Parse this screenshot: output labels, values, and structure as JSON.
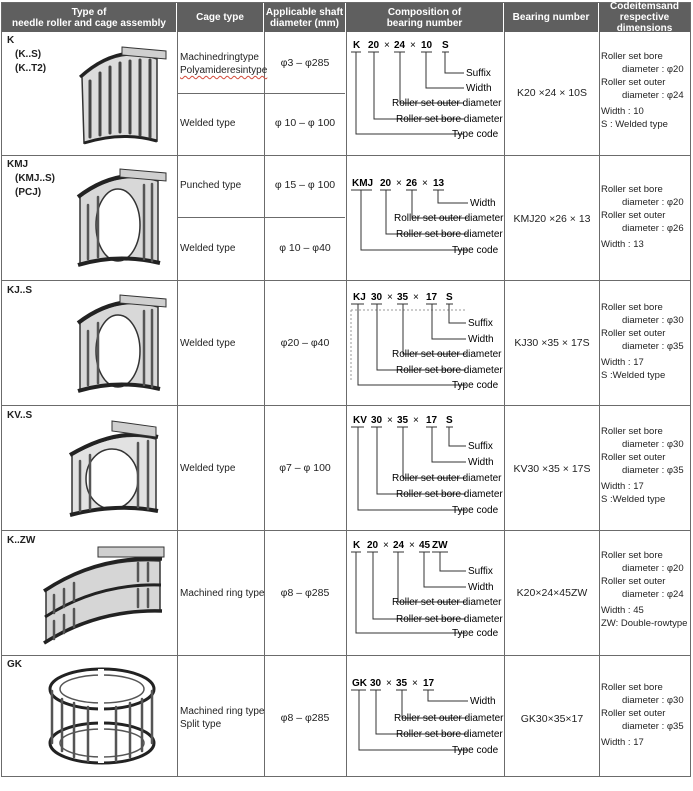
{
  "headers": {
    "type": "Type of\nneedle roller and cage assembly",
    "cage": "Cage type",
    "shaft": "Applicable shaft\ndiameter (mm)",
    "composition": "Composition of\nbearing number",
    "bearing": "Bearing number",
    "codes": "Codeitemsand\nrespective dimensions"
  },
  "rows": [
    {
      "type": "K",
      "aliases": [
        "(K..S)",
        "(K..T2)"
      ],
      "cages": [
        "Machinedringtype",
        "Polyamideresintype",
        "Welded type"
      ],
      "shafts": [
        "φ3 – φ285",
        "φ 10 – φ 100"
      ],
      "composition": {
        "parts": [
          "K",
          "20",
          "24",
          "10",
          "S"
        ],
        "labels": [
          "Suffix",
          "Width",
          "Roller set outer diameter",
          "Roller set bore diameter",
          "Type code"
        ]
      },
      "bearing_number": "K20 ×24 × 10S",
      "codes": [
        "Roller set bore",
        "diameter : φ20",
        "Roller set outer",
        "diameter : φ24",
        "Width : 10",
        "S : Welded type"
      ]
    },
    {
      "type": "KMJ",
      "aliases": [
        "(KMJ..S)",
        "(PCJ)"
      ],
      "cages": [
        "Punched type",
        "Welded type"
      ],
      "shafts": [
        "φ 15 – φ 100",
        "φ 10 – φ40"
      ],
      "composition": {
        "parts": [
          "KMJ",
          "20",
          "26",
          "13"
        ],
        "labels": [
          "Width",
          "Roller set outer diameter",
          "Roller set bore diameter",
          "Type code"
        ]
      },
      "bearing_number": "KMJ20 ×26 × 13",
      "codes": [
        "Roller set bore",
        "diameter : φ20",
        "Roller set outer",
        "diameter : φ26",
        "Width : 13"
      ]
    },
    {
      "type": "KJ..S",
      "aliases": [],
      "cages": [
        "Welded type"
      ],
      "shafts": [
        "φ20 – φ40"
      ],
      "composition": {
        "parts": [
          "KJ",
          "30",
          "35",
          "17",
          "S"
        ],
        "labels": [
          "Suffix",
          "Width",
          "Roller set outer diameter",
          "Roller set bore diameter",
          "Type code"
        ]
      },
      "bearing_number": "KJ30 ×35 × 17S",
      "codes": [
        "Roller set bore",
        "diameter : φ30",
        "Roller set outer",
        "diameter : φ35",
        "Width : 17",
        "S :Welded type"
      ]
    },
    {
      "type": "KV..S",
      "aliases": [],
      "cages": [
        "Welded type"
      ],
      "shafts": [
        "φ7 – φ 100"
      ],
      "composition": {
        "parts": [
          "KV",
          "30",
          "35",
          "17",
          "S"
        ],
        "labels": [
          "Suffix",
          "Width",
          "Roller set outer diameter",
          "Roller set bore diameter",
          "Type code"
        ]
      },
      "bearing_number": "KV30 ×35 × 17S",
      "codes": [
        "Roller set bore",
        "diameter : φ30",
        "Roller set outer",
        "diameter : φ35",
        "Width : 17",
        "S :Welded type"
      ]
    },
    {
      "type": "K..ZW",
      "aliases": [],
      "cages": [
        "Machined ring type"
      ],
      "shafts": [
        "φ8 – φ285"
      ],
      "composition": {
        "parts": [
          "K",
          "20",
          "24",
          "45",
          "ZW"
        ],
        "labels": [
          "Suffix",
          "Width",
          "Roller set outer diameter",
          "Roller set bore diameter",
          "Type code"
        ]
      },
      "bearing_number": "K20×24×45ZW",
      "codes": [
        "Roller set bore",
        "diameter : φ20",
        "Roller set outer",
        "diameter : φ24",
        "Width : 45",
        "ZW: Double-rowtype"
      ]
    },
    {
      "type": "GK",
      "aliases": [],
      "cages": [
        "Machined ring type",
        "Split type"
      ],
      "shafts": [
        "φ8 – φ285"
      ],
      "composition": {
        "parts": [
          "GK",
          "30",
          "35",
          "17"
        ],
        "labels": [
          "Width",
          "Roller set outer diameter",
          "Roller set bore diameter",
          "Type code"
        ]
      },
      "bearing_number": "GK30×35×17",
      "codes": [
        "Roller set bore",
        "diameter : φ30",
        "Roller set outer",
        "diameter : φ35",
        "Width : 17"
      ]
    }
  ]
}
